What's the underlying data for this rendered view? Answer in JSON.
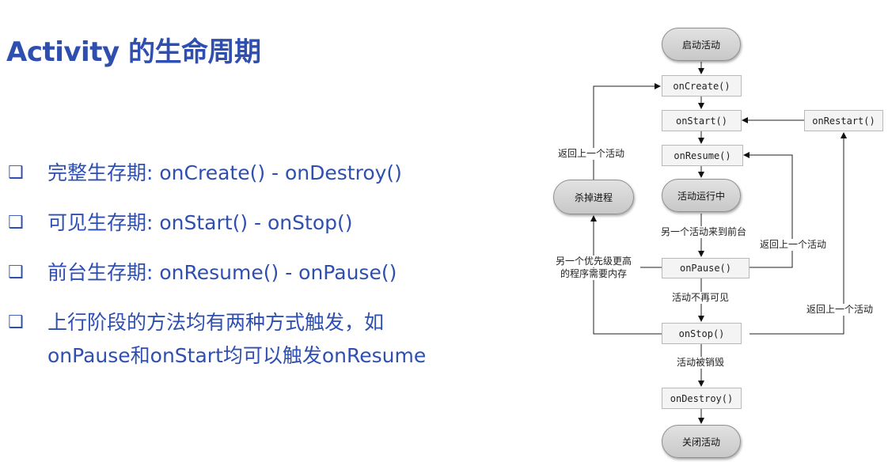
{
  "slide": {
    "title": "Activity 的生命周期",
    "bullets": [
      {
        "mark": "❑",
        "text": "完整生存期: onCreate() - onDestroy()"
      },
      {
        "mark": "❑",
        "text": "可见生存期: onStart() - onStop()"
      },
      {
        "mark": "❑",
        "text": "前台生存期: onResume() - onPause()"
      },
      {
        "mark": "❑",
        "line1": "上行阶段的方法均有两种方式触发，如",
        "line2": "onPause和onStart均可以触发onResume"
      }
    ]
  },
  "diagram": {
    "nodes": {
      "launch": "启动活动",
      "on_create": "onCreate()",
      "on_start": "onStart()",
      "on_restart": "onRestart()",
      "on_resume": "onResume()",
      "running": "活动运行中",
      "kill": "杀掉进程",
      "on_pause": "onPause()",
      "on_stop": "onStop()",
      "on_destroy": "onDestroy()",
      "closed": "关闭活动"
    },
    "labels": {
      "back_to_activity_left": "返回上一个活动",
      "another_to_front": "另一个活动来到前台",
      "back_to_activity_mid": "返回上一个活动",
      "higher_priority_line1": "另一个优先级更高",
      "higher_priority_line2": "的程序需要内存",
      "no_longer_visible": "活动不再可见",
      "back_to_activity_right": "返回上一个活动",
      "destroyed": "活动被销毁"
    }
  }
}
